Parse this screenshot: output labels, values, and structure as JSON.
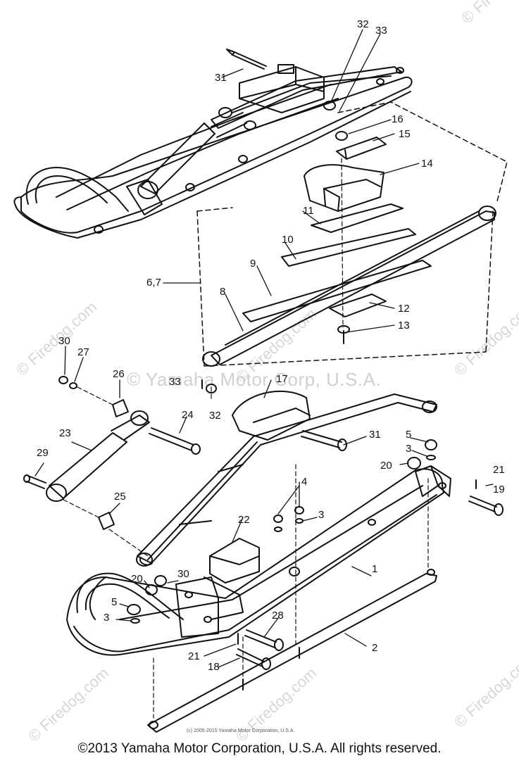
{
  "diagram": {
    "callouts": {
      "c1": "1",
      "c2": "2",
      "c3a": "3",
      "c3b": "3",
      "c3c": "3",
      "c4": "4",
      "c5a": "5",
      "c5b": "5",
      "c67": "6,7",
      "c8": "8",
      "c9": "9",
      "c10": "10",
      "c11": "11",
      "c12": "12",
      "c13": "13",
      "c14": "14",
      "c15": "15",
      "c16": "16",
      "c17": "17",
      "c18": "18",
      "c19": "19",
      "c20a": "20",
      "c20b": "20",
      "c21a": "21",
      "c21b": "21",
      "c22": "22",
      "c23": "23",
      "c24": "24",
      "c25": "25",
      "c26": "26",
      "c27": "27",
      "c28": "28",
      "c29": "29",
      "c30a": "30",
      "c30b": "30",
      "c31a": "31",
      "c31b": "31",
      "c32a": "32",
      "c32b": "32",
      "c33a": "33",
      "c33b": "33"
    }
  },
  "watermarks": {
    "site": "© Firedog.com",
    "center": "© Yamaha Motor Corp, U.S.A."
  },
  "small_copyright": "(c) 2005-2015 Yamaha Motor Corporation, U.S.A.",
  "footer": "©2013 Yamaha Motor Corporation, U.S.A. All rights reserved.",
  "colors": {
    "ink": "#111111",
    "watermark": "#d6d6d6"
  }
}
